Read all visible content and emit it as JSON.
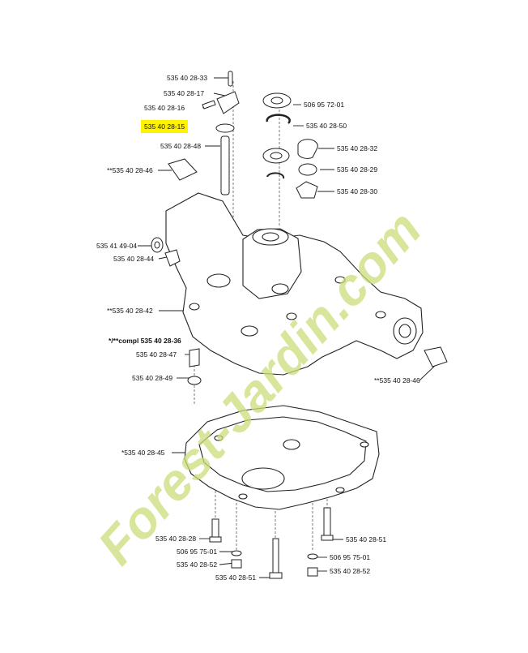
{
  "watermark": {
    "text": "Fore st-Jardin.com",
    "color": "#c9dd7a"
  },
  "highlight_color": "#fff200",
  "labels": {
    "p33": "535 40 28-33",
    "p17": "535 40 28-17",
    "p16": "535 40 28-16",
    "p15": "535 40 28-15",
    "p48": "535 40 28-48",
    "p46a": "**535 40 28-46",
    "p0104": "535 41 49-04",
    "p44": "535 40 28-44",
    "p42": "**535 40 28-42",
    "p36": "*/**compl 535 40 28-36",
    "p47": "535 40 28-47",
    "p49": "535 40 28-49",
    "p45": "*535 40 28-45",
    "p28": "535 40 28-28",
    "p7501a": "506 95 75-01",
    "p52a": "535 40 28-52",
    "p51a": "535 40 28-51",
    "p7201": "506 95 72-01",
    "p50": "535 40 28-50",
    "p32": "535 40 28-32",
    "p29": "535 40 28-29",
    "p30": "535 40 28-30",
    "p46b": "**535 40 28-46",
    "p51b": "535 40 28-51",
    "p7501b": "506 95 75-01",
    "p52b": "535 40 28-52"
  }
}
